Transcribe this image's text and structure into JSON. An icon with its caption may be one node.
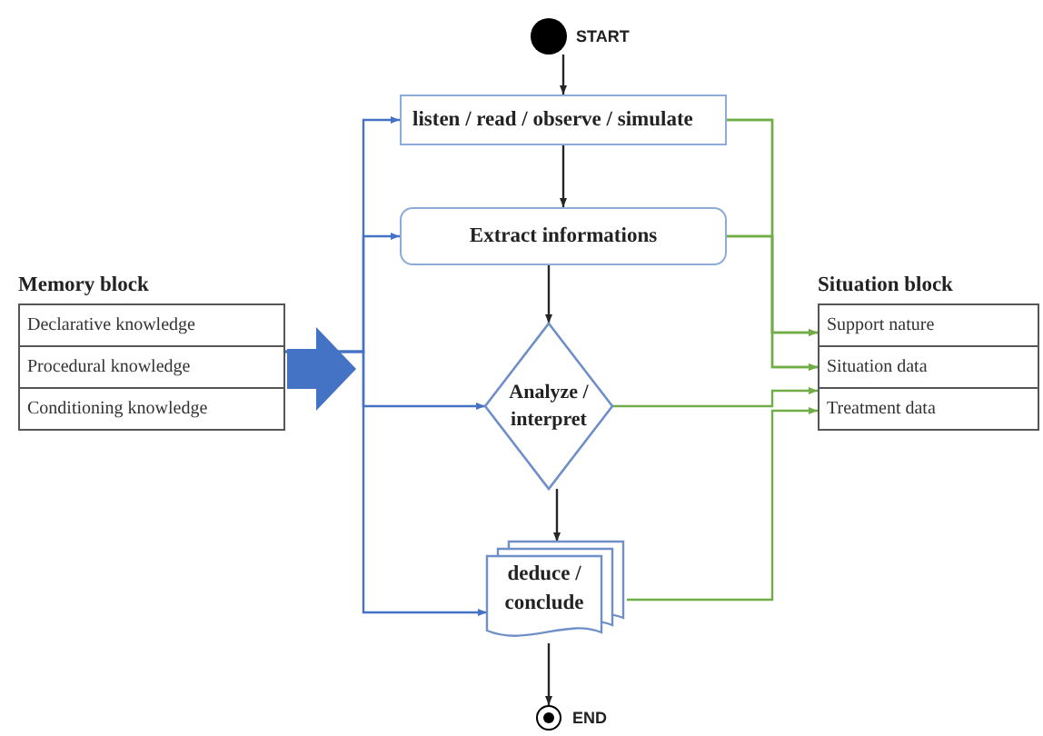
{
  "diagram": {
    "nodes": [
      {
        "text": [],
        "shape": "circle",
        "beside": [
          "START"
        ]
      },
      {
        "text": [
          "listen / read / observe / simulate"
        ]
      },
      {
        "text": [
          "Extract informations"
        ]
      },
      {
        "text": [
          "Analyze / interpret"
        ]
      },
      {
        "text": [
          "deduce / conclude"
        ]
      },
      {
        "text": [],
        "shape": "circle",
        "beside": [
          "END"
        ]
      },
      {
        "text": [
          "Memory block"
        ]
      },
      {
        "text": [
          "Declarative knowledge"
        ],
        "in": 6
      },
      {
        "text": [
          "Procedural knowledge"
        ],
        "in": 6
      },
      {
        "text": [
          "Conditioning knowledge"
        ],
        "in": 6
      },
      {
        "text": [
          "Situation block"
        ]
      },
      {
        "text": [
          "Support nature"
        ],
        "in": 10
      },
      {
        "text": [
          "Situation data"
        ],
        "in": 10
      },
      {
        "text": [
          "Treatment data"
        ],
        "in": 10
      }
    ],
    "edges": [
      {
        "from": 0,
        "to": 1,
        "arrow": "to",
        "color": "#262626"
      },
      {
        "from": 1,
        "to": 2,
        "arrow": "to",
        "color": "#262626"
      },
      {
        "from": 2,
        "to": 3,
        "arrow": "to",
        "color": "#262626"
      },
      {
        "from": 3,
        "to": 4,
        "arrow": "to",
        "color": "#262626"
      },
      {
        "from": 4,
        "to": 5,
        "arrow": "to",
        "color": "#262626"
      },
      {
        "from": 6,
        "to": 1,
        "arrow": "to",
        "color": "#4472c4"
      },
      {
        "from": 6,
        "to": 2,
        "arrow": "to",
        "color": "#4472c4"
      },
      {
        "from": 6,
        "to": 3,
        "arrow": "to",
        "color": "#4472c4"
      },
      {
        "from": 6,
        "to": 4,
        "arrow": "to",
        "color": "#4472c4"
      },
      {
        "from": 1,
        "to": 11,
        "arrow": "to"
      },
      {
        "from": 1,
        "to": 12,
        "arrow": "to"
      },
      {
        "from": 2,
        "to": 11,
        "arrow": "to"
      },
      {
        "from": 2,
        "to": 12,
        "arrow": "to"
      },
      {
        "from": 3,
        "to": 13,
        "arrow": "to"
      },
      {
        "from": 4,
        "to": 13,
        "arrow": "to"
      }
    ]
  }
}
